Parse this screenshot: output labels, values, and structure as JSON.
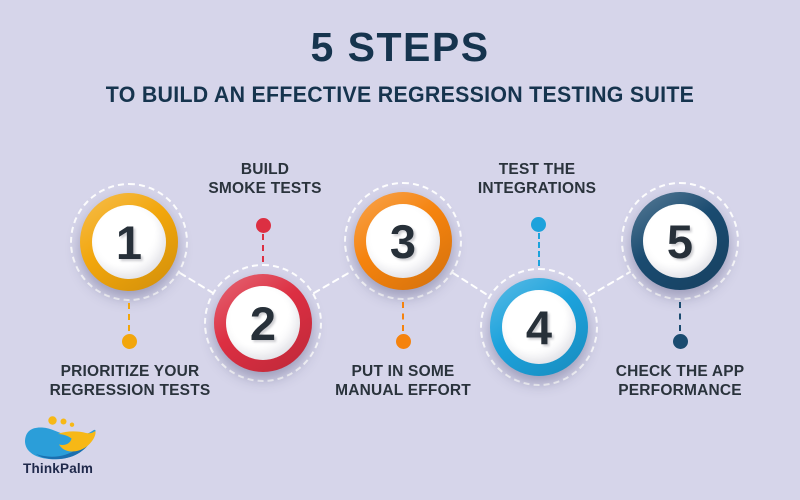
{
  "title": {
    "main": "5 STEPS",
    "subtitle": "TO BUILD AN EFFECTIVE REGRESSION TESTING SUITE"
  },
  "steps": [
    {
      "number": "1",
      "label": [
        "PRIORITIZE YOUR",
        "REGRESSION TESTS"
      ],
      "color": "#F2A60C",
      "label_position": "below"
    },
    {
      "number": "2",
      "label": [
        "BUILD",
        "SMOKE TESTS"
      ],
      "color": "#DC2F42",
      "label_position": "above"
    },
    {
      "number": "3",
      "label": [
        "PUT IN SOME",
        "MANUAL EFFORT"
      ],
      "color": "#F5830E",
      "label_position": "below"
    },
    {
      "number": "4",
      "label": [
        "TEST THE",
        "INTEGRATIONS"
      ],
      "color": "#1CA2DC",
      "label_position": "above"
    },
    {
      "number": "5",
      "label": [
        "CHECK THE APP",
        "PERFORMANCE"
      ],
      "color": "#1A4B70",
      "label_position": "below"
    }
  ],
  "logo": {
    "text": "ThinkPalm",
    "blue": "#2B9ED9",
    "blue_dark": "#1B6FB0",
    "yellow": "#F7B816",
    "text_color": "#20294B"
  },
  "colors": {
    "background": "#D6D5EA",
    "heading": "#16344E",
    "step_label": "#2A333C",
    "number": "#273039",
    "connector": "#FFFFFF"
  }
}
